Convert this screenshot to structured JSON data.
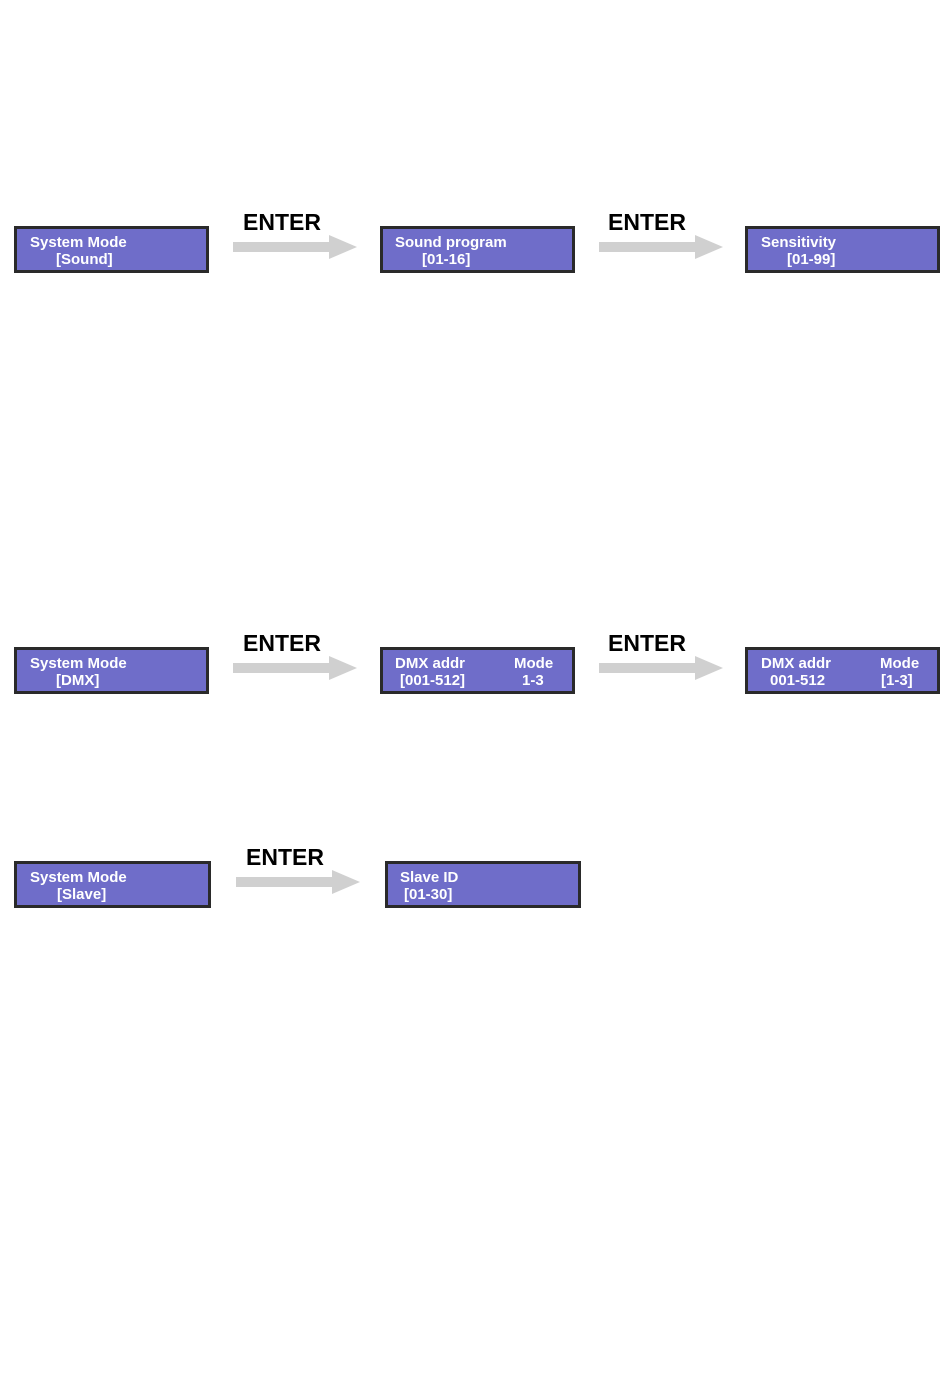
{
  "colors": {
    "lcd_fill": "#6f6dc9",
    "lcd_border": "#2a2a2a",
    "lcd_text": "#ffffff",
    "arrow": "#d0d0d0",
    "label": "#000000"
  },
  "rows": {
    "sound": {
      "box1": {
        "line1": "System Mode",
        "line2": "[Sound]"
      },
      "arrow1_label": "ENTER",
      "box2": {
        "line1": "Sound program",
        "line2": "[01-16]"
      },
      "arrow2_label": "ENTER",
      "box3": {
        "line1": "Sensitivity",
        "line2": "[01-99]"
      }
    },
    "dmx": {
      "box1": {
        "line1": "System Mode",
        "line2": "[DMX]"
      },
      "arrow1_label": "ENTER",
      "box2": {
        "left1": "DMX addr",
        "left2": "[001-512]",
        "right1": "Mode",
        "right2": "1-3"
      },
      "arrow2_label": "ENTER",
      "box3": {
        "left1": "DMX addr",
        "left2": "001-512",
        "right1": "Mode",
        "right2": "[1-3]"
      }
    },
    "slave": {
      "box1": {
        "line1": "System Mode",
        "line2": "[Slave]"
      },
      "arrow1_label": "ENTER",
      "box2": {
        "line1": "Slave ID",
        "line2": "[01-30]"
      }
    }
  }
}
